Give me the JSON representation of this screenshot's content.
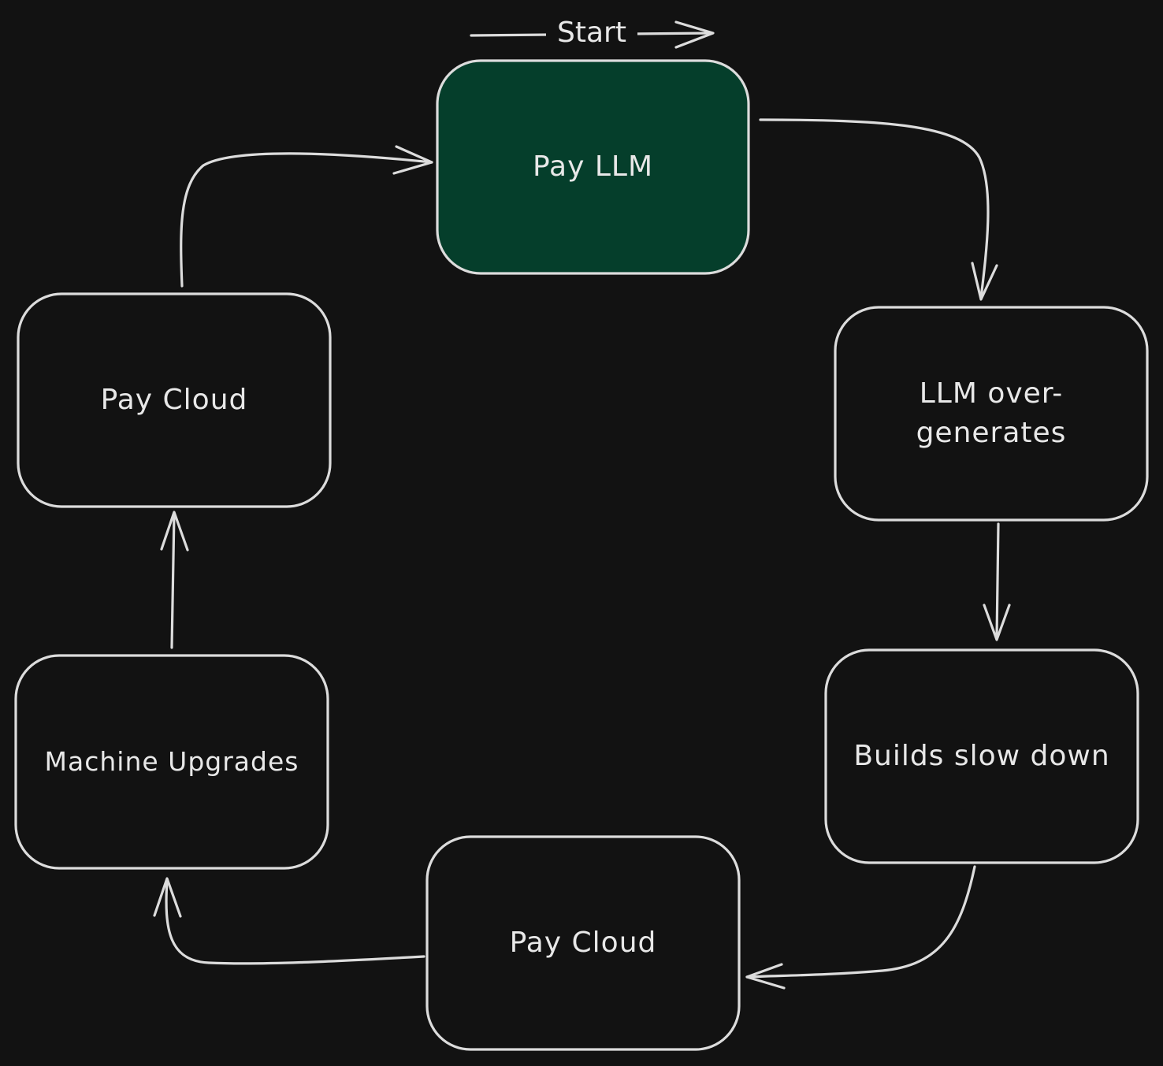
{
  "diagram": {
    "type": "flowchart-cycle",
    "start_label": "Start",
    "nodes": [
      {
        "id": "pay-llm",
        "label": "Pay LLM",
        "fill": "#053e2b"
      },
      {
        "id": "llm-over-generates",
        "label": "LLM over-generates",
        "fill": "#121212"
      },
      {
        "id": "builds-slow-down",
        "label": "Builds slow down",
        "fill": "#121212"
      },
      {
        "id": "pay-cloud-bottom",
        "label": "Pay Cloud",
        "fill": "#121212"
      },
      {
        "id": "machine-upgrades",
        "label": "Machine Upgrades",
        "fill": "#121212"
      },
      {
        "id": "pay-cloud-left",
        "label": "Pay Cloud",
        "fill": "#121212"
      }
    ],
    "edges": [
      {
        "from": "pay-llm",
        "to": "llm-over-generates"
      },
      {
        "from": "llm-over-generates",
        "to": "builds-slow-down"
      },
      {
        "from": "builds-slow-down",
        "to": "pay-cloud-bottom"
      },
      {
        "from": "pay-cloud-bottom",
        "to": "machine-upgrades"
      },
      {
        "from": "machine-upgrades",
        "to": "pay-cloud-left"
      },
      {
        "from": "pay-cloud-left",
        "to": "pay-llm"
      }
    ],
    "colors": {
      "background": "#121212",
      "stroke": "#dcdcdc",
      "text": "#e8e8e8",
      "start_node_fill": "#053e2b"
    }
  }
}
